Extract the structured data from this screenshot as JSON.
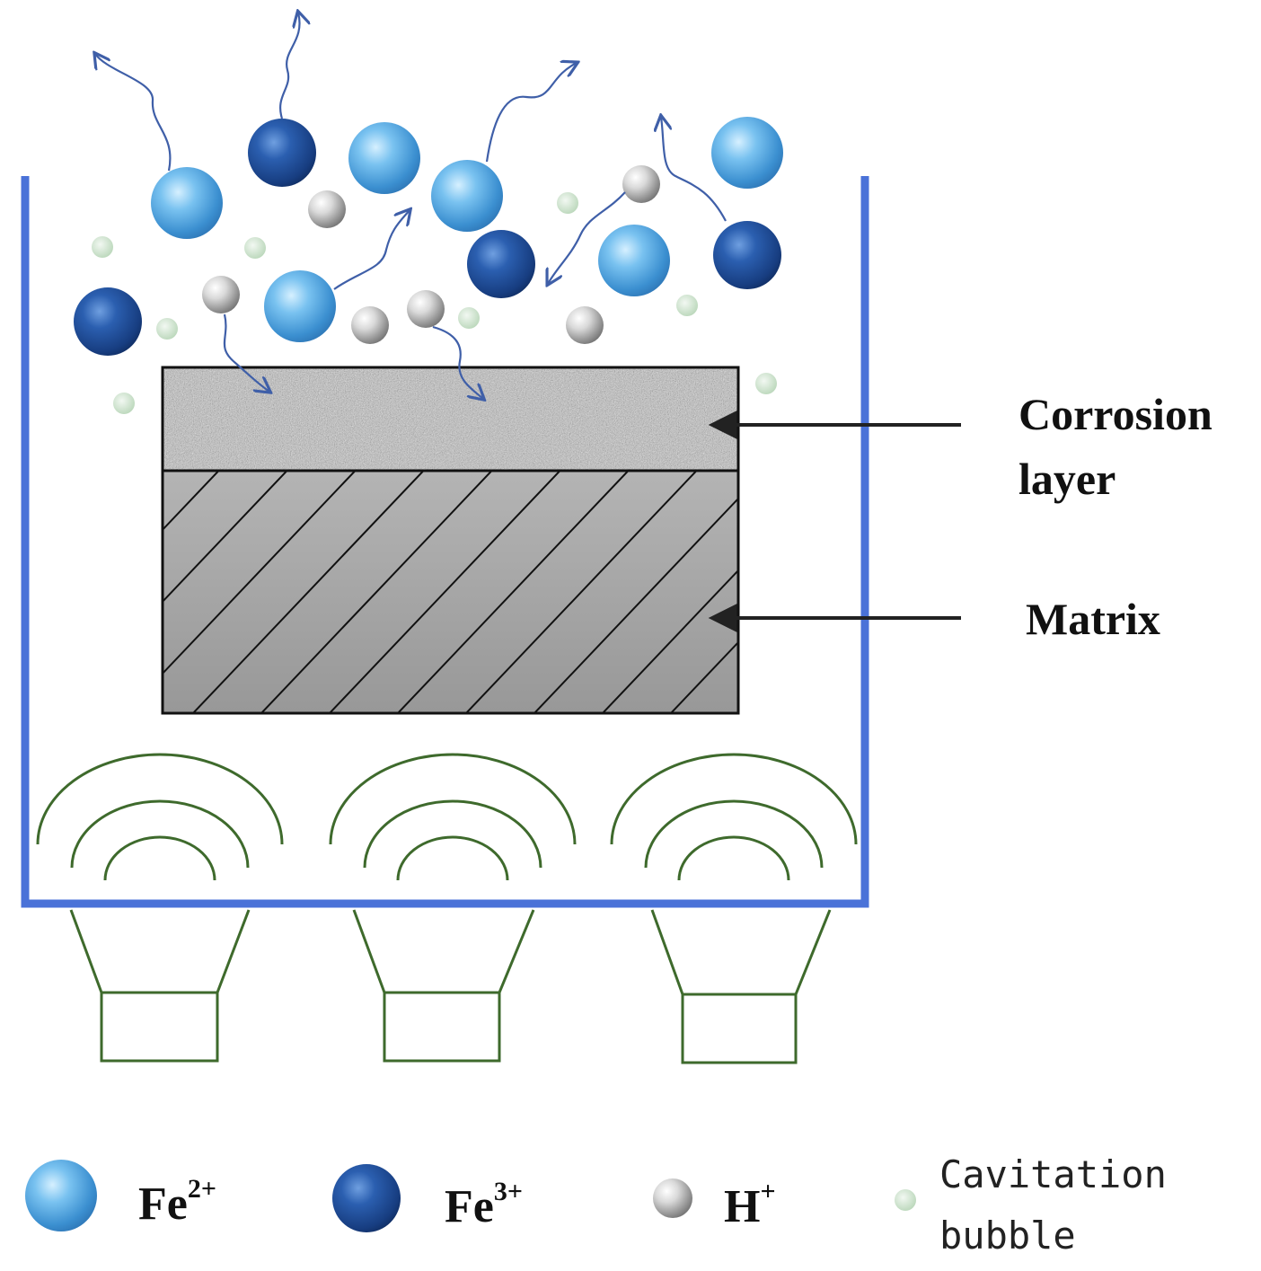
{
  "labels": {
    "corrosion_line1": "Corrosion",
    "corrosion_line2": "layer",
    "matrix": "Matrix"
  },
  "legend": {
    "fe2": {
      "base": "Fe",
      "sup": "2+"
    },
    "fe3": {
      "base": "Fe",
      "sup": "3+"
    },
    "h": {
      "base": "H",
      "sup": "+"
    },
    "cavitation_line1": "Cavitation",
    "cavitation_line2": "bubble"
  },
  "colors": {
    "tank": "#4a72d8",
    "fe2": "#5aa9e6",
    "fe3": "#1f4b96",
    "h_ion": "#bdbdbd",
    "bubble": "#cfe3cf",
    "transducer": "#3e6a2c",
    "arrow_path": "#3f5fa8",
    "matrix_fill": "#a6a6a6",
    "corrosion_fill": "#bfbfbf"
  }
}
